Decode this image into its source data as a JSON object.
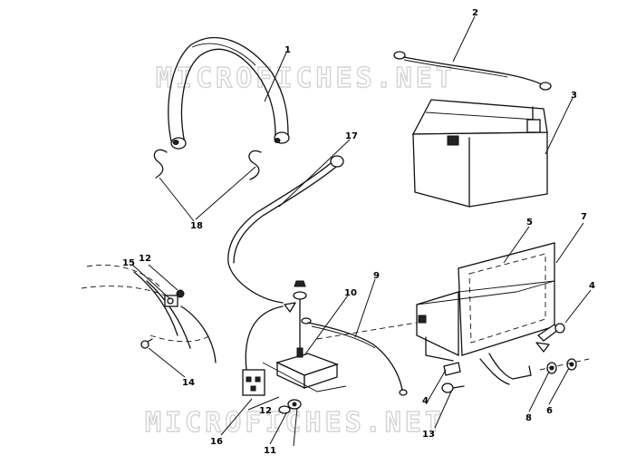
{
  "watermark": {
    "top": "MICROFICHES.NET",
    "bottom": "MICROFICHES.NET"
  },
  "callouts": {
    "c1": "1",
    "c2": "2",
    "c3": "3",
    "c4a": "4",
    "c4b": "4",
    "c5": "5",
    "c6": "6",
    "c7": "7",
    "c8": "8",
    "c9": "9",
    "c10": "10",
    "c11": "11",
    "c12a": "12",
    "c12b": "12",
    "c13": "13",
    "c14": "14",
    "c15": "15",
    "c16": "16",
    "c17": "17",
    "c18": "18"
  }
}
